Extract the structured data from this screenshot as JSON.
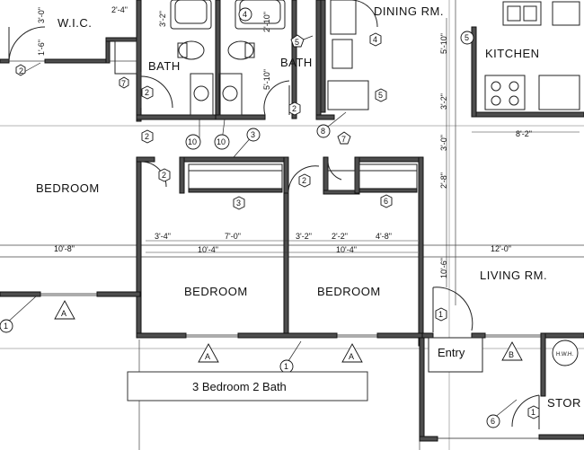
{
  "rooms": {
    "wic": "W.I.C.",
    "bath": "BATH",
    "dining": "DINING RM.",
    "kitchen": "KITCHEN",
    "bedroom": "BEDROOM",
    "living": "LIVING RM.",
    "stor": "STOR"
  },
  "dims": {
    "d_2_4": "2'-4\"",
    "d_3_0": "3'-0\"",
    "d_1_6": "1'-6\"",
    "d_3_2": "3'-2\"",
    "d_2_10": "2'-10\"",
    "d_5_10": "5'-10\"",
    "d_2_8": "2'-8\"",
    "d_8_2": "8'-2\"",
    "d_3_4": "3'-4\"",
    "d_7_0": "7'-0\"",
    "d_10_4": "10'-4\"",
    "d_2_2": "2'-2\"",
    "d_4_8": "4'-8\"",
    "d_10_8": "10'-8\"",
    "d_12_0": "12'-0\"",
    "d_10_6": "10'-6\""
  },
  "tags": {
    "n1": "1",
    "n2": "2",
    "n3": "3",
    "n4": "4",
    "n5": "5",
    "n6": "6",
    "n7": "7",
    "n8": "8",
    "n10": "10",
    "a": "A",
    "b": "B",
    "hwh": "H.W.H."
  },
  "labels": {
    "entry": "Entry",
    "plan_name": "3 Bedroom 2 Bath"
  }
}
